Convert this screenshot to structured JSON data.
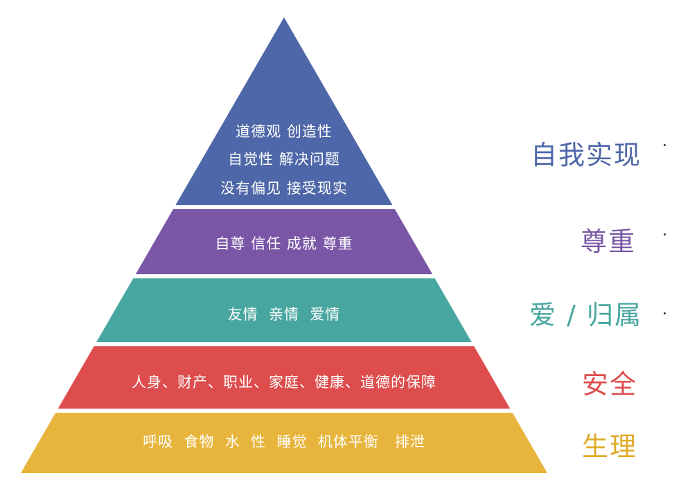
{
  "levels": [
    {
      "label": "自我实现",
      "color": "#4e67a8",
      "label_color": "#4e67a8",
      "lines": [
        "道德观 创造性",
        "自觉性 解决问题",
        "没有偏见 接受现实"
      ]
    },
    {
      "label": "尊重",
      "color": "#7a56a6",
      "label_color": "#7a56a6",
      "lines": [
        "自尊 信任 成就 尊重"
      ]
    },
    {
      "label": "爱 / 归属",
      "color": "#48a6a0",
      "label_color": "#48a6a0",
      "lines": [
        "友情  亲情  爱情"
      ]
    },
    {
      "label": "安全",
      "color": "#de4d4d",
      "label_color": "#de4d4d",
      "lines": [
        "人身、财产、职业、家庭、健康、道德的保障"
      ]
    },
    {
      "label": "生理",
      "color": "#e8b53c",
      "label_color": "#e0ab2a",
      "lines": [
        "呼吸  食物  水  性  睡觉  机体平衡   排泄"
      ]
    }
  ]
}
